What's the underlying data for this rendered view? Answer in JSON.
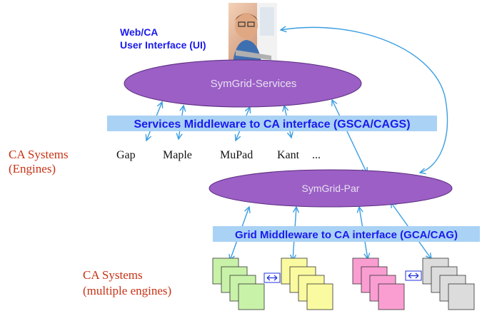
{
  "ui_label": {
    "line1": "Web/CA",
    "line2": "User Interface (UI)"
  },
  "services_node": {
    "label": "SymGrid-Services"
  },
  "par_node": {
    "label": "SymGrid-Par"
  },
  "services_middleware": {
    "label": "Services Middleware to CA interface (GSCA/CAGS)"
  },
  "grid_middleware": {
    "label": "Grid Middleware to CA interface (GCA/CAG)"
  },
  "ca_engines": {
    "line1": "CA Systems",
    "line2": "(Engines)",
    "items": [
      "Gap",
      "Maple",
      "MuPad",
      "Kant",
      "..."
    ]
  },
  "ca_multiple": {
    "line1": "CA Systems",
    "line2": "(multiple engines)"
  },
  "colors": {
    "ellipse_fill": "#9b5fc6",
    "ellipse_text": "#e8e0f0",
    "arrow": "#3a9ee0",
    "band_fill": "#a9d2f5",
    "band_text": "#1a1aee",
    "label_red": "#c83214",
    "group1": "#c8f2a8",
    "group2": "#fafaa0",
    "group3": "#fa9ed2",
    "group4": "#dcdcdc",
    "double_arrow": "#2233dd"
  }
}
